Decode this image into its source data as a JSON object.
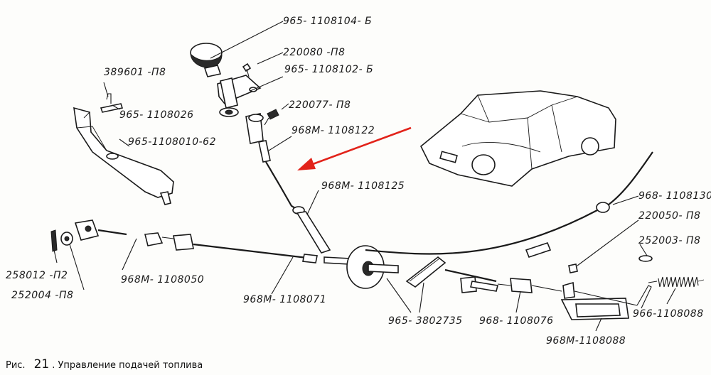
{
  "figure": {
    "caption_prefix": "Рис.",
    "caption_number": "21",
    "caption_text": ". Управление подачей топлива"
  },
  "labels": {
    "p965_1108104_b": "965- 1108104- Б",
    "p220080_p8": "220080 -П8",
    "p965_1108102_b": "965- 1108102- Б",
    "p389601_p8": "389601 -П8",
    "p965_1108026": "965- 1108026",
    "p220077_p8": "220077- П8",
    "p968m_1108122": "968М- 1108122",
    "p965_1108010_62": "965-1108010-62",
    "p968m_1108125": "968М- 1108125",
    "p968_1108130": "968- 1108130",
    "p220050_p8": "220050- П8",
    "p252003_p8": "252003- П8",
    "p258012_p2": "258012 -П2",
    "p252004_p8": "252004 -П8",
    "p968m_1108050": "968М- 1108050",
    "p968m_1108071": "968М- 1108071",
    "p965_3802735": "965- 3802735",
    "p968_1108076": "968- 1108076",
    "p968m_1108088": "968М-1108088",
    "p966_1108088": "966-1108088"
  },
  "colors": {
    "ink": "#1a1a1a",
    "arrow": "#e2231a",
    "paper": "#fdfdfb"
  }
}
